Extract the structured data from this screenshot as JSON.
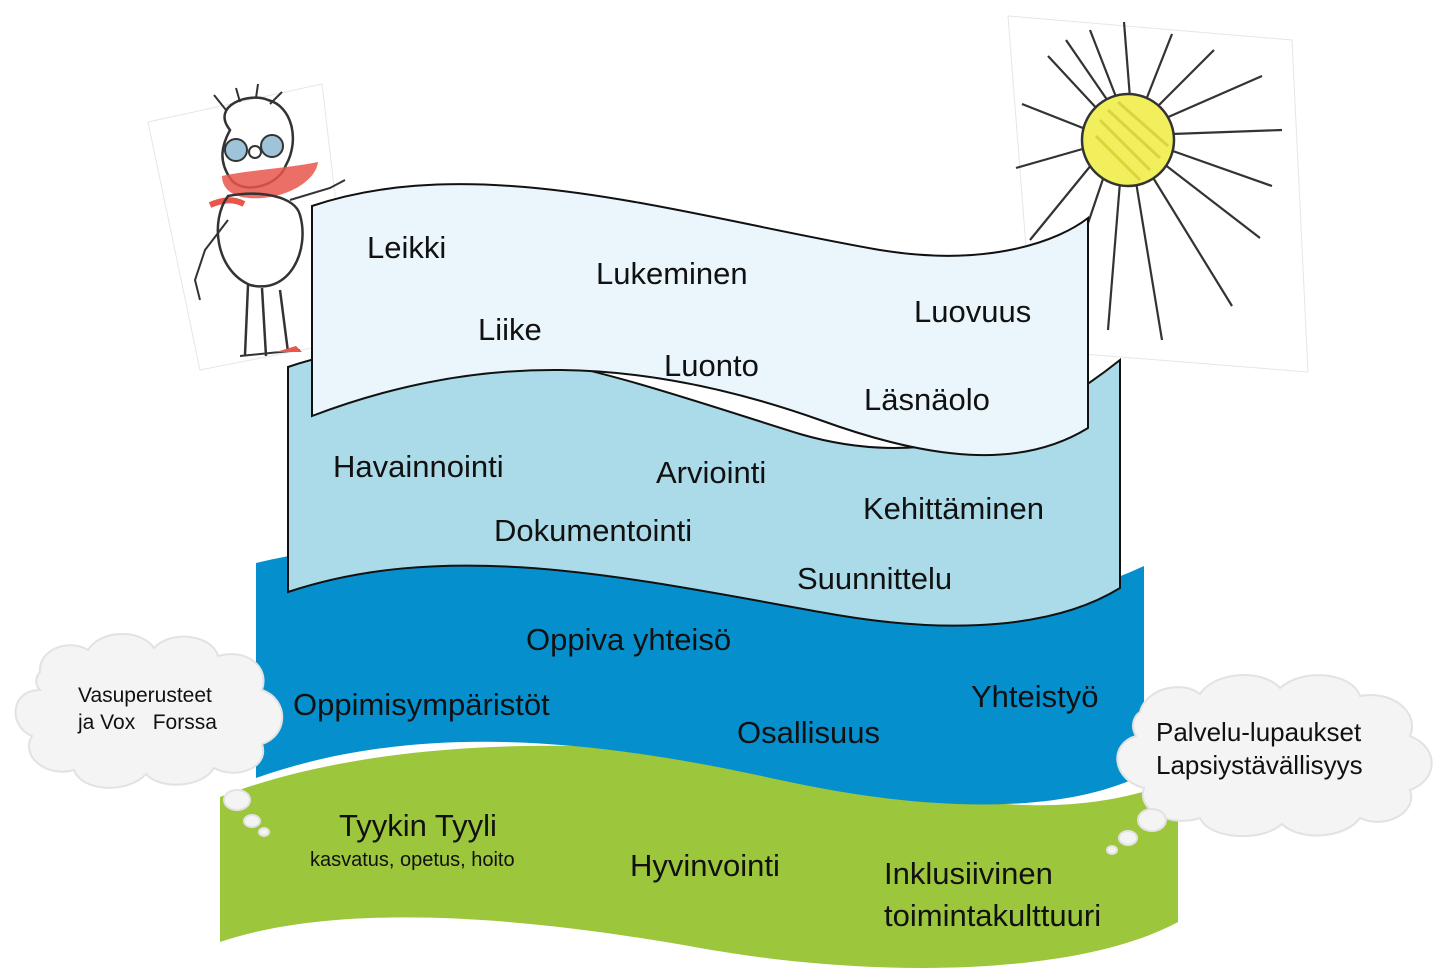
{
  "colors": {
    "layer_top": "#eaf6fc",
    "layer_light_blue": "#abdbe8",
    "layer_blue": "#0590cd",
    "layer_green": "#9cc63b",
    "text": "#111111",
    "cloud": "#f4f4f4"
  },
  "icons": {
    "child_figure": "child-drawing-figure",
    "sun": "child-drawing-sun"
  },
  "layers": {
    "top": {
      "words": [
        "Leikki",
        "Lukeminen",
        "Liike",
        "Luovuus",
        "Luonto",
        "Läsnäolo"
      ]
    },
    "light_blue": {
      "words": [
        "Havainnointi",
        "Arviointi",
        "Kehittäminen",
        "Dokumentointi",
        "Suunnittelu"
      ]
    },
    "blue": {
      "words": [
        "Oppiva yhteisö",
        "Oppimisympäristöt",
        "Yhteistyö",
        "Osallisuus"
      ]
    },
    "green": {
      "title": "Tyykin Tyyli",
      "subtitle": "kasvatus, opetus, hoito",
      "words": [
        "Hyvinvointi",
        "Inklusiivinen",
        "toimintakulttuuri"
      ]
    }
  },
  "clouds": {
    "left": [
      "Vasuperusteet",
      "ja Vox   Forssa"
    ],
    "right": [
      "Palvelu-lupaukset",
      "Lapsiystävällisyys"
    ]
  }
}
